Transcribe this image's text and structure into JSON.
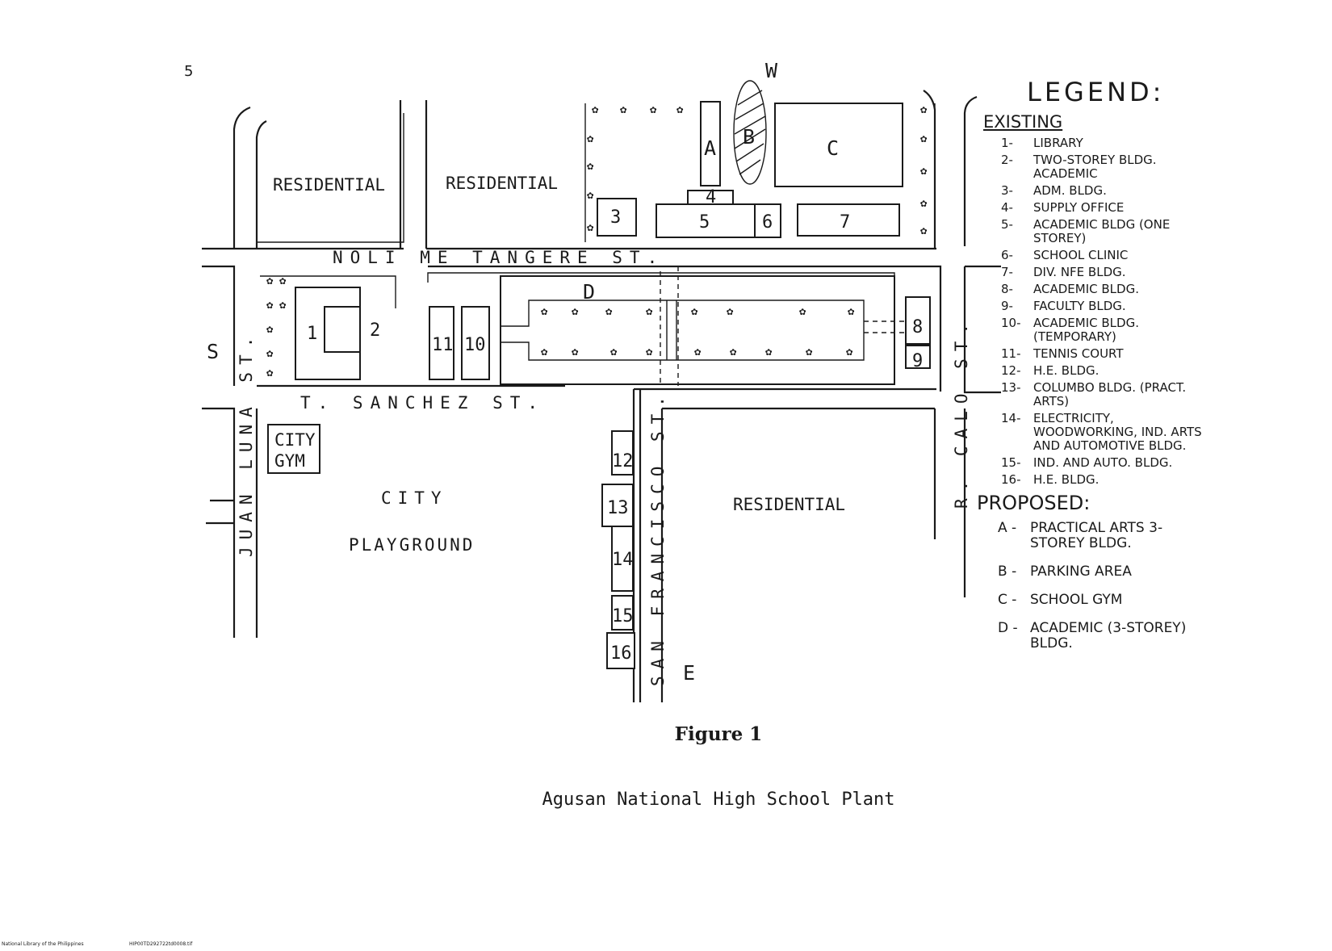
{
  "page_mark": "5",
  "map": {
    "directions": {
      "north": "W",
      "south": "E",
      "west": "S"
    },
    "streets": {
      "noli": "NOLI ME TANGERE ST.",
      "sanchez": "T. SANCHEZ ST.",
      "juan_luna": "JUAN LUNA ST.",
      "san_francisco": "SAN FRANCISCO ST.",
      "calo": "R. CALO ST."
    },
    "zones": {
      "residential_1": "RESIDENTIAL",
      "residential_2": "RESIDENTIAL",
      "residential_3": "RESIDENTIAL",
      "city_gym_line1": "CITY",
      "city_gym_line2": "GYM",
      "playground_line1": "CITY",
      "playground_line2": "PLAYGROUND"
    },
    "buildings": {
      "b1": "1",
      "b2": "2",
      "b3": "3",
      "b4": "4",
      "b5": "5",
      "b6": "6",
      "b7": "7",
      "b8": "8",
      "b9": "9",
      "b10": "10",
      "b11": "11",
      "b12": "12",
      "b13": "13",
      "b14": "14",
      "b15": "15",
      "b16": "16",
      "A": "A",
      "B": "B",
      "C": "C",
      "D": "D"
    }
  },
  "legend": {
    "title": "LEGEND:",
    "existing_heading": "EXISTING",
    "existing": [
      {
        "key": "1-",
        "text": "LIBRARY"
      },
      {
        "key": "2-",
        "text": "TWO-STOREY BLDG. ACADEMIC"
      },
      {
        "key": "3-",
        "text": "ADM. BLDG."
      },
      {
        "key": "4-",
        "text": "SUPPLY OFFICE"
      },
      {
        "key": "5-",
        "text": "ACADEMIC BLDG (ONE STOREY)"
      },
      {
        "key": "6-",
        "text": "SCHOOL CLINIC"
      },
      {
        "key": "7-",
        "text": "DIV. NFE BLDG."
      },
      {
        "key": "8-",
        "text": "ACADEMIC BLDG."
      },
      {
        "key": "9-",
        "text": "FACULTY BLDG."
      },
      {
        "key": "10-",
        "text": "ACADEMIC BLDG. (TEMPORARY)"
      },
      {
        "key": "11-",
        "text": "TENNIS COURT"
      },
      {
        "key": "12-",
        "text": "H.E. BLDG."
      },
      {
        "key": "13-",
        "text": "COLUMBO BLDG. (PRACT. ARTS)"
      },
      {
        "key": "14-",
        "text": "ELECTRICITY, WOODWORKING, IND. ARTS AND AUTOMOTIVE BLDG."
      },
      {
        "key": "15-",
        "text": "IND. AND AUTO. BLDG."
      },
      {
        "key": "16-",
        "text": "H.E. BLDG."
      }
    ],
    "proposed_heading": "PROPOSED:",
    "proposed": [
      {
        "key": "A -",
        "text": "PRACTICAL ARTS 3-STOREY BLDG."
      },
      {
        "key": "B -",
        "text": "PARKING AREA"
      },
      {
        "key": "C -",
        "text": "SCHOOL GYM"
      },
      {
        "key": "D -",
        "text": "ACADEMIC (3-STOREY) BLDG."
      }
    ]
  },
  "figure_title": "Figure 1",
  "figure_subtitle": "Agusan National High School Plant",
  "footer": {
    "left": "National Library of the Philippines",
    "right": "HIP00TD292722td0008.tif"
  }
}
